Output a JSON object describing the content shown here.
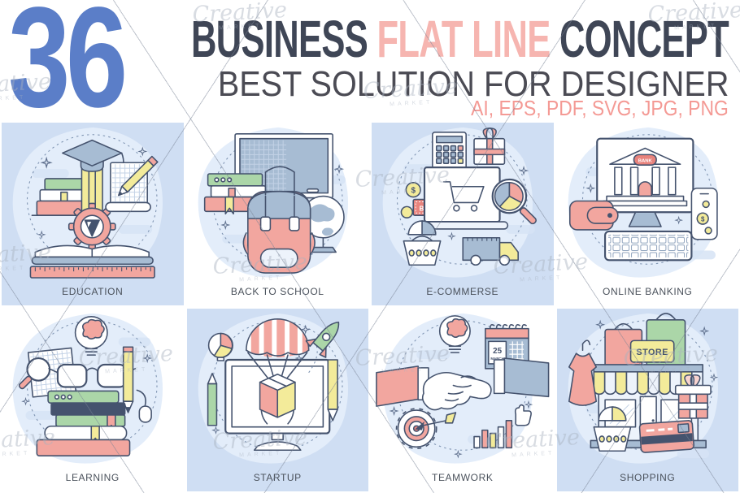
{
  "header": {
    "count": "36",
    "title": {
      "business": "BUSINESS",
      "flat_line": "FLAT LINE",
      "concept": "CONCEPT"
    },
    "subtitle": "BEST SOLUTION FOR DESIGNER",
    "formats": "AI, EPS, PDF, SVG, JPG, PNG"
  },
  "watermark": {
    "word": "Creative",
    "sub": "MARKET"
  },
  "colors": {
    "count_blue": "#5b7ec8",
    "title_dark": "#3f4656",
    "title_pink": "#f6b5b0",
    "formats_pink": "#f49a95",
    "tile_shaded": "#cfdef3",
    "outline_navy": "#45536e",
    "fill_pink": "#f2a69f",
    "fill_yellow": "#f3eb9a",
    "fill_green": "#abd6a8",
    "fill_slate": "#a7bcd3",
    "blob_blue": "#e3edfa"
  },
  "tiles": [
    {
      "label": "EDUCATION",
      "shaded": true
    },
    {
      "label": "BACK TO SCHOOL",
      "shaded": false
    },
    {
      "label": "E-COMMERSE",
      "shaded": true
    },
    {
      "label": "ONLINE BANKING",
      "shaded": false
    },
    {
      "label": "LEARNING",
      "shaded": false
    },
    {
      "label": "STARTUP",
      "shaded": true
    },
    {
      "label": "TEAMWORK",
      "shaded": false
    },
    {
      "label": "SHOPPING",
      "shaded": true
    }
  ],
  "illustrations": {
    "bank_sign": "BANK",
    "buy_tag": "BUY",
    "store_sign": "STORE",
    "calendar_day": "25",
    "calendar_month": "MARCH",
    "coin_symbol": "$"
  }
}
